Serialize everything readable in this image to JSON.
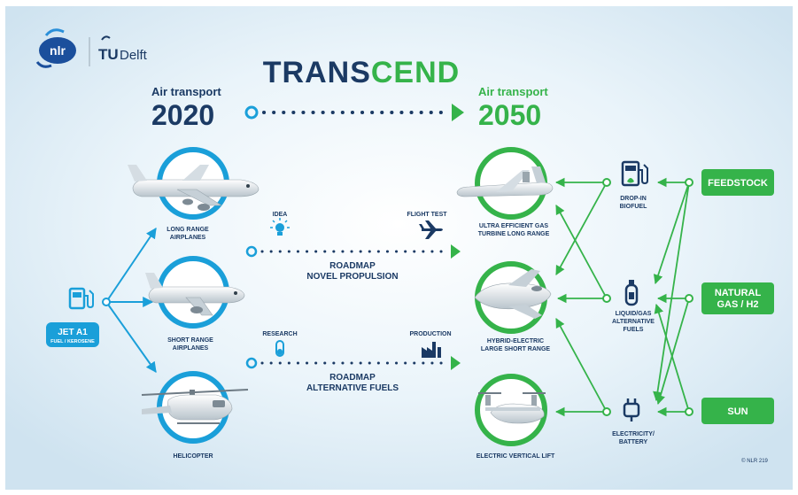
{
  "logos": {
    "nlr": "nlr",
    "tu_prefix": "TU",
    "tu_name": "Delft"
  },
  "title": {
    "part1": "TRANS",
    "part2": "CEND"
  },
  "left_header": {
    "label": "Air transport",
    "year": "2020"
  },
  "right_header": {
    "label": "Air transport",
    "year": "2050"
  },
  "jet_fuel": {
    "line1": "JET A1",
    "line2": "FUEL / KEROSENE"
  },
  "current_aircraft": [
    {
      "line1": "LONG RANGE",
      "line2": "AIRPLANES"
    },
    {
      "line1": "SHORT RANGE",
      "line2": "AIRPLANES"
    },
    {
      "line1": "HELICOPTER",
      "line2": ""
    }
  ],
  "future_aircraft": [
    {
      "line1": "ULTRA EFFICIENT GAS",
      "line2": "TURBINE LONG RANGE"
    },
    {
      "line1": "HYBRID-ELECTRIC",
      "line2": "LARGE SHORT RANGE"
    },
    {
      "line1": "ELECTRIC VERTICAL LIFT",
      "line2": ""
    }
  ],
  "roadmaps": [
    {
      "start": "IDEA",
      "end": "FLIGHT TEST",
      "line1": "ROADMAP",
      "line2": "NOVEL PROPULSION"
    },
    {
      "start": "RESEARCH",
      "end": "PRODUCTION",
      "line1": "ROADMAP",
      "line2": "ALTERNATIVE FUELS"
    }
  ],
  "energy_carriers": [
    {
      "line1": "DROP-IN",
      "line2": "BIOFUEL",
      "line3": ""
    },
    {
      "line1": "LIQUID/GAS",
      "line2": "ALTERNATIVE",
      "line3": "FUELS"
    },
    {
      "line1": "ELECTRICITY/",
      "line2": "BATTERY",
      "line3": ""
    }
  ],
  "sources": [
    {
      "line1": "FEEDSTOCK",
      "line2": ""
    },
    {
      "line1": "NATURAL",
      "line2": "GAS / H2"
    },
    {
      "line1": "SUN",
      "line2": ""
    }
  ],
  "copyright": "© NLR 219",
  "colors": {
    "navy": "#1b3a64",
    "blue": "#1a9fd9",
    "green": "#35b34a",
    "bg": "#e9f3fa"
  }
}
